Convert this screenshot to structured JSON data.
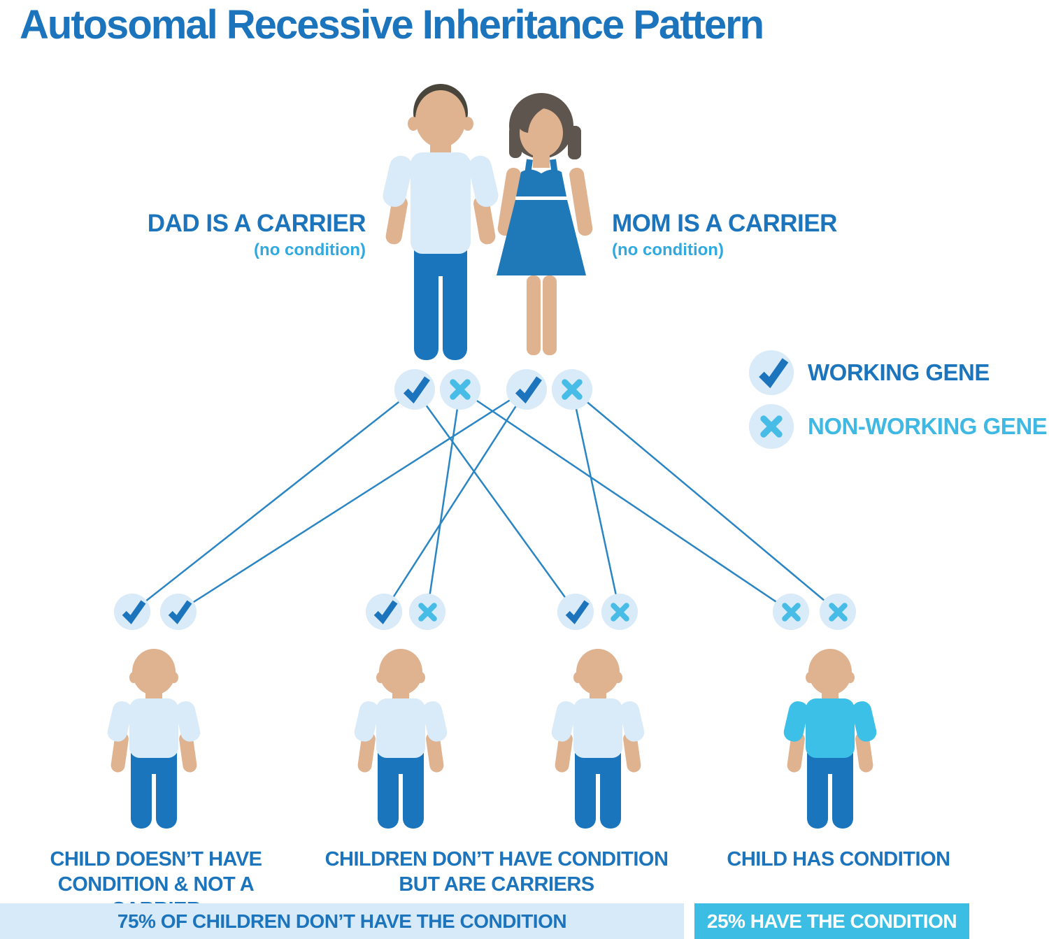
{
  "title": "Autosomal Recessive Inheritance Pattern",
  "parents": {
    "dad": {
      "label": "DAD IS A CARRIER",
      "sublabel": "(no condition)",
      "genes": [
        "working-gene",
        "non-working-gene"
      ]
    },
    "mom": {
      "label": "MOM IS A CARRIER",
      "sublabel": "(no condition)",
      "genes": [
        "working-gene",
        "non-working-gene"
      ]
    }
  },
  "legend": {
    "working_label": "WORKING GENE",
    "non_working_label": "NON-WORKING GENE"
  },
  "children": [
    {
      "genes": [
        "working-gene",
        "working-gene"
      ],
      "has_condition": false
    },
    {
      "genes": [
        "working-gene",
        "non-working-gene"
      ],
      "has_condition": false
    },
    {
      "genes": [
        "working-gene",
        "non-working-gene"
      ],
      "has_condition": false
    },
    {
      "genes": [
        "non-working-gene",
        "non-working-gene"
      ],
      "has_condition": true
    }
  ],
  "child_labels": {
    "child1_line1": "CHILD DOESN’T HAVE",
    "child1_line2": "CONDITION & NOT A CARRIER",
    "middle_line1": "CHILDREN DON’T HAVE CONDITION",
    "middle_line2": "BUT ARE CARRIERS",
    "child4": "CHILD HAS CONDITION"
  },
  "footer": {
    "left_bar_label": "75% OF CHILDREN DON’T HAVE THE CONDITION",
    "right_bar_label": "25% HAVE THE CONDITION"
  },
  "colors": {
    "heading_blue": "#1c75bc",
    "cyan_text": "#2fa9e0",
    "legend_cyan": "#3fb8e4",
    "x_mark_cyan": "#47bce6",
    "circle_bg": "#d9eaf8",
    "line_blue": "#2a85c4",
    "skin": "#dfb290",
    "dad_hair": "#49453b",
    "mom_hair": "#5e564e",
    "shirt_pale_blue": "#d9eaf8",
    "condition_shirt_cyan": "#3cc0e8",
    "pants_blue": "#1b75bc",
    "dress_blue": "#1f78b8",
    "bar_light_blue": "#d7eafa",
    "bar_cyan": "#3bbde4"
  }
}
